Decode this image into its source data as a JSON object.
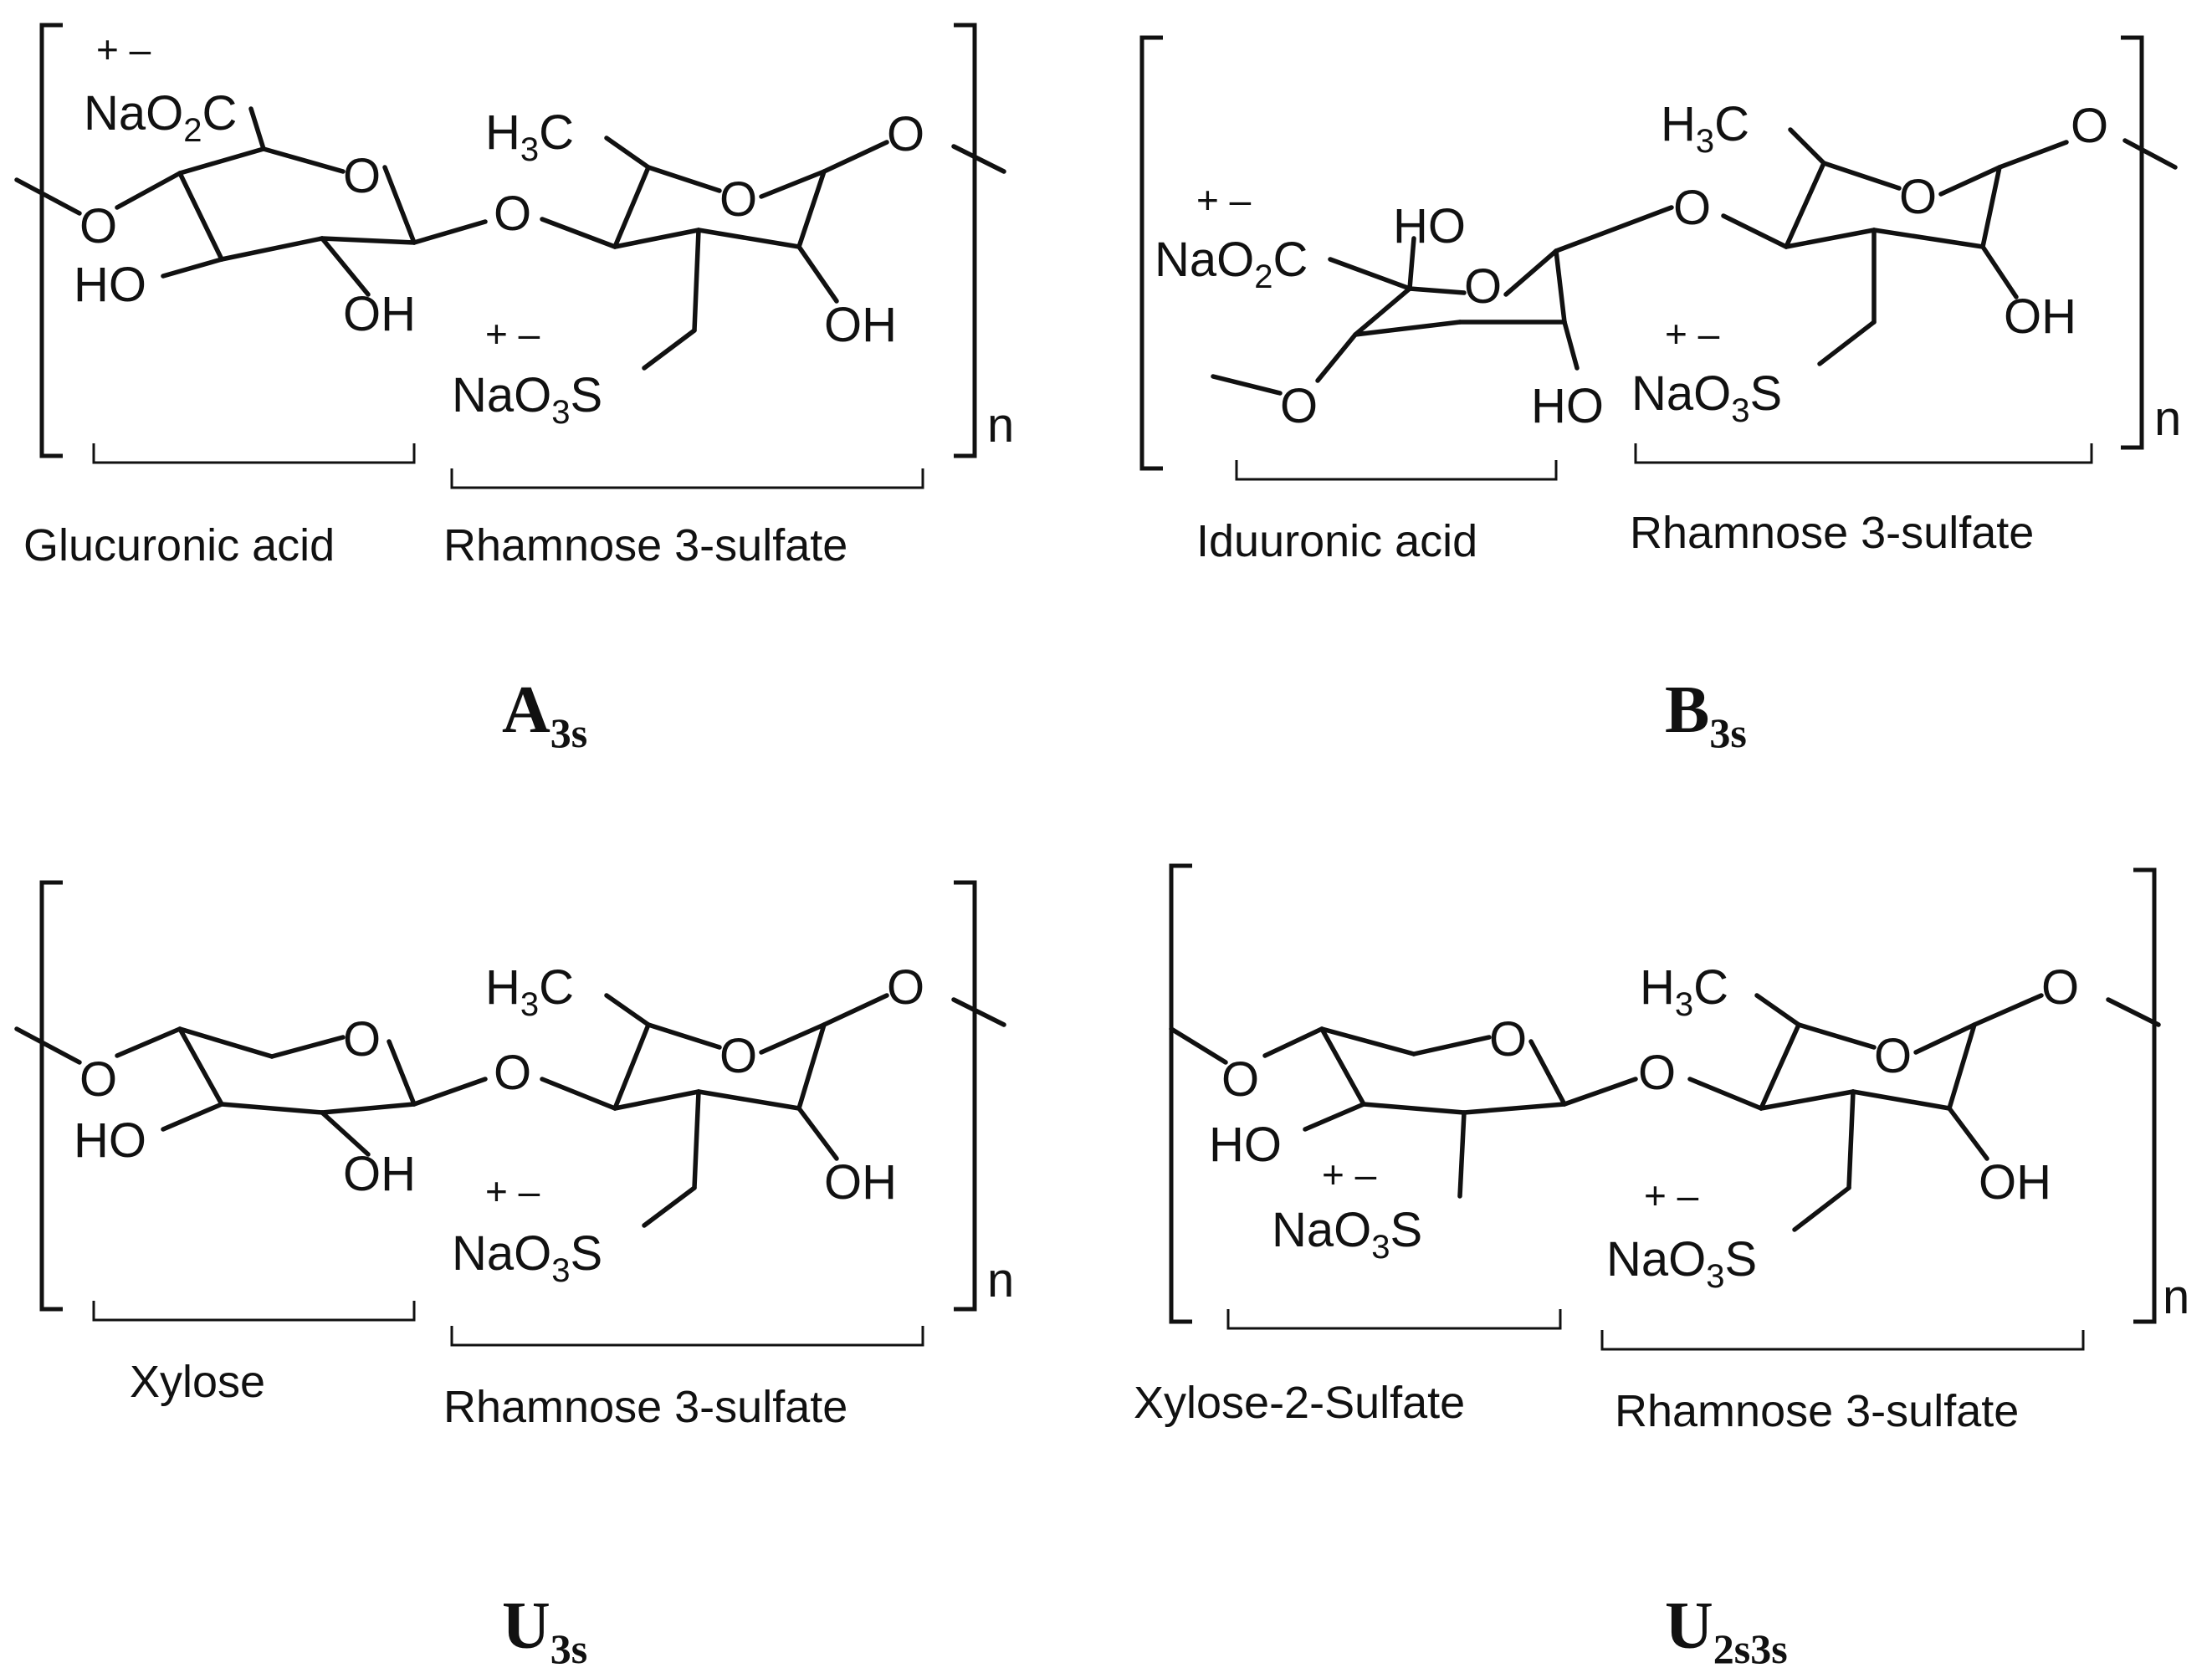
{
  "panels": [
    {
      "id": "A3s",
      "name": {
        "main": "A",
        "sub": "3s"
      },
      "unit1_label": "Glucuronic acid",
      "unit2_label": "Rhamnose 3-sulfate",
      "repeat": "n",
      "groups": {
        "carboxylate": {
          "main": "NaO",
          "sub": "2",
          "tail": "C"
        },
        "charge": "+ –",
        "methyl": {
          "main": "H",
          "sub": "3",
          "tail": "C"
        },
        "sulfonate": {
          "main": "NaO",
          "sub": "3",
          "tail": "S"
        },
        "hydroxyls": [
          "HO",
          "OH",
          "OH"
        ],
        "oxygen": "O"
      }
    },
    {
      "id": "B3s",
      "name": {
        "main": "B",
        "sub": "3s"
      },
      "unit1_label": "Iduuronic acid",
      "unit2_label": "Rhamnose 3-sulfate",
      "repeat": "n",
      "groups": {
        "carboxylate": {
          "main": "NaO",
          "sub": "2",
          "tail": "C"
        },
        "charge": "+ –",
        "methyl": {
          "main": "H",
          "sub": "3",
          "tail": "C"
        },
        "sulfonate": {
          "main": "NaO",
          "sub": "3",
          "tail": "S"
        },
        "hydroxyls": [
          "HO",
          "HO",
          "OH"
        ],
        "oxygen": "O"
      }
    },
    {
      "id": "U3s",
      "name": {
        "main": "U",
        "sub": "3s"
      },
      "unit1_label": "Xylose",
      "unit2_label": "Rhamnose 3-sulfate",
      "repeat": "n",
      "groups": {
        "charge": "+ –",
        "methyl": {
          "main": "H",
          "sub": "3",
          "tail": "C"
        },
        "sulfonate": {
          "main": "NaO",
          "sub": "3",
          "tail": "S"
        },
        "hydroxyls": [
          "HO",
          "OH",
          "OH"
        ],
        "oxygen": "O"
      }
    },
    {
      "id": "U2s3s",
      "name": {
        "main": "U",
        "sub": "2s3s"
      },
      "unit1_label": "Xylose-2-Sulfate",
      "unit2_label": "Rhamnose 3-sulfate",
      "repeat": "n",
      "groups": {
        "charge": "+ –",
        "methyl": {
          "main": "H",
          "sub": "3",
          "tail": "C"
        },
        "sulfonate": {
          "main": "NaO",
          "sub": "3",
          "tail": "S"
        },
        "sulfonate2": {
          "main": "NaO",
          "sub": "3",
          "tail": "S"
        },
        "hydroxyls": [
          "HO",
          "OH"
        ],
        "oxygen": "O"
      }
    }
  ]
}
